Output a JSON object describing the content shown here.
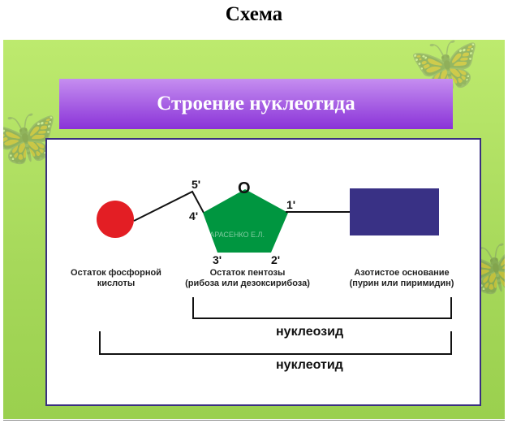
{
  "page_title": "Схема",
  "slide": {
    "banner": "Строение нуклеотида",
    "labels": {
      "phosphate": [
        "Остаток фосфорной",
        "кислоты"
      ],
      "pentose": [
        "Остаток пентозы",
        "(рибоза или дезоксирибоза)"
      ],
      "base": [
        "Азотистое основание",
        "(пурин или пиримидин)"
      ]
    },
    "atoms": {
      "o": "O",
      "c1": "1'",
      "c2": "2'",
      "c3": "3'",
      "c4": "4'",
      "c5": "5'"
    },
    "watermark": "ТАРАСЕНКО Е.Л.",
    "brackets": {
      "nucleoside": "нуклеозид",
      "nucleotide": "нуклеотид"
    },
    "colors": {
      "phosphate": "#e31e24",
      "pentose": "#009640",
      "base": "#393185"
    }
  }
}
